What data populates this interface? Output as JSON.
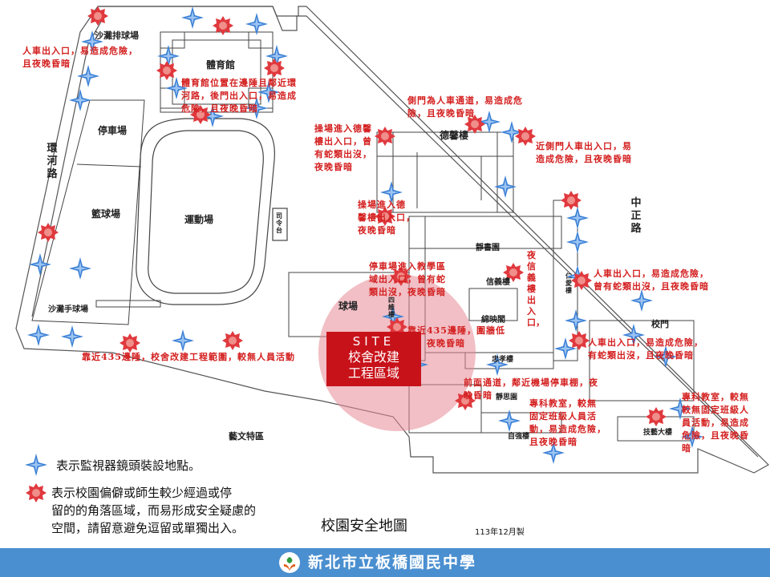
{
  "buildings": {
    "beach_volleyball": "沙灘排球場",
    "gym": "體育館",
    "parking": "停車場",
    "basketball": "籃球場",
    "track": "運動場",
    "podium": "司令台",
    "dexin": "德馨樓",
    "huanhe_road": "環河路",
    "zhongzheng_road": "中正路",
    "beach_handball": "沙灘手球場",
    "ball_court": "球場",
    "yuwei": "四維樓",
    "yili": "藝文特區",
    "jingshu": "靜書園",
    "xinyi": "信義樓",
    "renai": "仁愛樓",
    "school_gate": "校門",
    "mingde": "綿映閣",
    "zhonghe": "忠孝樓",
    "xiuyuan": "靜思園",
    "ziqiang": "自強樓",
    "jiyi": "技藝大樓"
  },
  "site": {
    "line1": "SITE",
    "line2": "校舍改建",
    "line3": "工程區域"
  },
  "notes": {
    "n1a": "人車出入口，易造成危險，",
    "n1b": "且夜晚昏暗",
    "n2a": "體育館位置在邊陲且鄰近環",
    "n2b": "河路，後門出入口，易造成",
    "n2c": "危險，且夜晚昏暗",
    "n3a": "側門為人車通道，易造成危",
    "n3b": "險，且夜晚昏暗",
    "n4a": "操場進入德馨",
    "n4b": "樓出入口，曾",
    "n4c": "有蛇類出沒，",
    "n4d": "夜晚昏暗",
    "n5a": "近側門人車出入口，易",
    "n5b": "造成危險，且夜晚昏暗",
    "n6a": "操場進入德",
    "n6b": "馨樓出入口，",
    "n6c": "夜晚昏暗",
    "n7a": "停車場進入教學區",
    "n7b": "域出入口，曾有蛇",
    "n7c": "類出沒，夜晚昏暗",
    "n8": "夜信義樓出入口，",
    "n9a": "人車出入口，易造成危險，",
    "n9b": "曾有蛇類出沒，且夜晚昏暗",
    "n10a": "靠近435邊陲，圍牆低",
    "n10b": "矮，夜晚昏暗",
    "n11a": "人車出入口，易造成危險，",
    "n11b": "有蛇類出沒，且夜晚昏暗",
    "n12": "靠近435邊陲，校舍改建工程範圍，較無人員活動",
    "n13a": "前面通道，鄰近機場停車棚，夜",
    "n13b": "晚昏暗",
    "n14a": "專科教室，較無",
    "n14b": "固定班級人員活",
    "n14c": "動，易造成危險，",
    "n14d": "且夜晚昏暗",
    "n15a": "專科教室，較無",
    "n15b": "較無固定班級人",
    "n15c": "員活動，易造成",
    "n15d": "危險，且夜晚昏",
    "n15e": "暗"
  },
  "legend": {
    "camera_text": "表示監視器鏡頭裝設地點。",
    "danger_text_1": "表示校園偏僻或師生較少經過或停",
    "danger_text_2": "留的的角落區域，而易形成安全疑慮的",
    "danger_text_3": "空間，請留意避免逗留或單獨出入。"
  },
  "title": "校園安全地圖",
  "date": "113年12月製",
  "footer": "新北市立板橋國民中學",
  "colors": {
    "camera": "#3a7fd5",
    "danger": "#e0393e",
    "note": "#d42020",
    "site_box": "#c8121a",
    "site_circle": "#e58a96",
    "footer": "#4a8fd0"
  }
}
